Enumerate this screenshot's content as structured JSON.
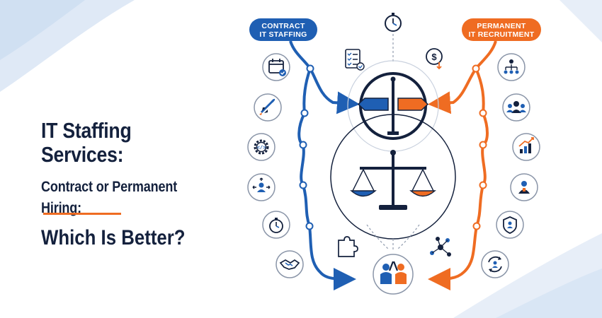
{
  "headline": {
    "line1": "IT Staffing Services:",
    "line2": "Contract or Permanent Hiring:",
    "line3": "Which Is Better?"
  },
  "labels": {
    "contract_line1": "CONTRACT",
    "contract_line2": "IT STAFFING",
    "permanent_line1": "PERMANENT",
    "permanent_line2": "IT RECRUITMENT"
  },
  "colors": {
    "navy": "#14213d",
    "blue": "#1f5fb3",
    "orange": "#ef6c22",
    "bg_accent": "#dfe9f6"
  },
  "icons": {
    "contract_side": [
      "calendar-check-icon",
      "rocket-icon",
      "code-gear-icon",
      "scaling-person-icon",
      "stopwatch-icon",
      "handshake-icon"
    ],
    "permanent_side": [
      "org-chart-icon",
      "team-icon",
      "growth-chart-icon",
      "employee-badge-icon",
      "shield-person-icon",
      "retention-cycle-icon"
    ],
    "center": [
      "clock-icon",
      "checklist-icon",
      "dollar-icon",
      "signpost-icon",
      "balance-scale-icon",
      "puzzle-icon",
      "network-icon",
      "high-five-icon"
    ]
  }
}
